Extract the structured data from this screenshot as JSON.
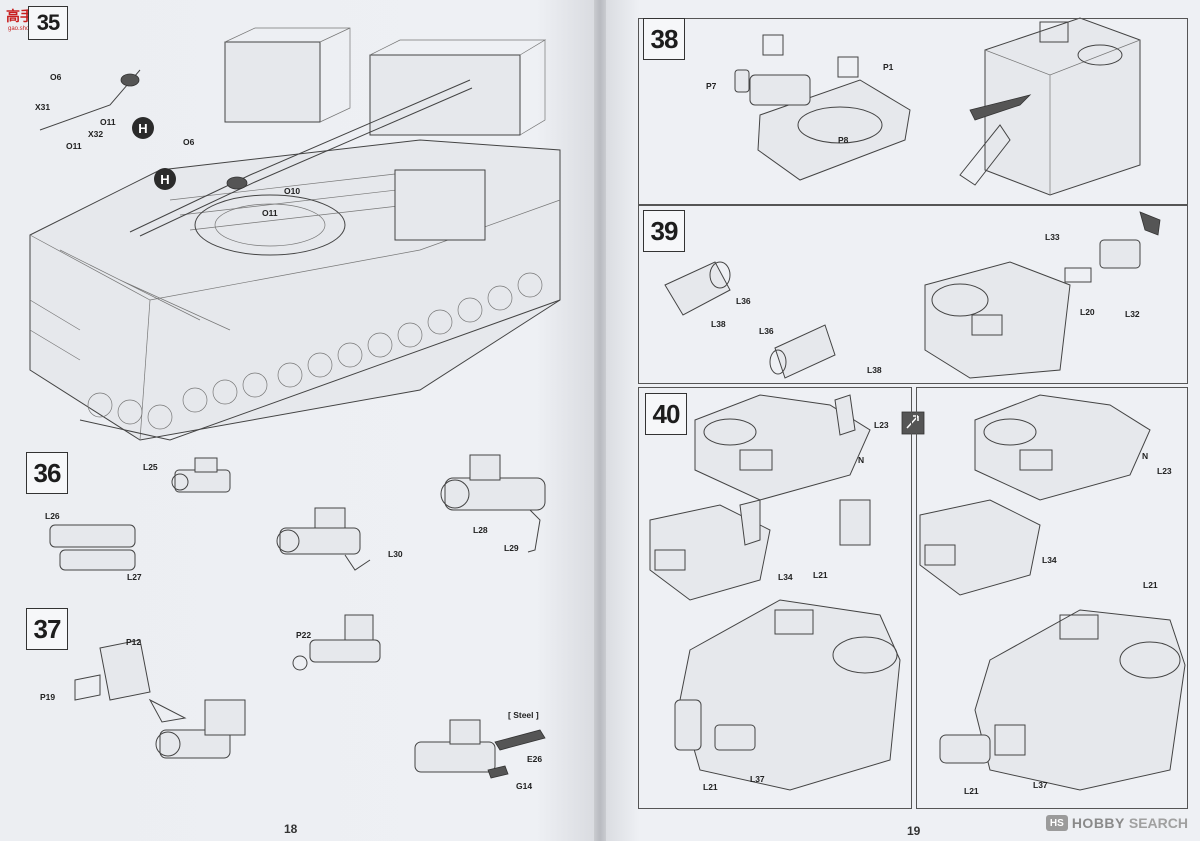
{
  "logo": {
    "text": "高手网",
    "url": "gao.shou.com"
  },
  "watermark": {
    "brand": "HOBBY",
    "name": "SEARCH"
  },
  "left_page": {
    "page_number": "18",
    "step_top": "35",
    "steps": [
      {
        "number": "36",
        "labels": [
          "L25",
          "L26",
          "L27",
          "L28",
          "L29",
          "L30"
        ]
      },
      {
        "number": "37",
        "labels": [
          "P12",
          "P19",
          "P22",
          "[ Steel ]",
          "E26",
          "G14"
        ]
      }
    ],
    "hull_labels": {
      "o6a": "O6",
      "x31": "X31",
      "o11a": "O11",
      "o11b": "O11",
      "x32": "X32",
      "o6b": "O6",
      "o10": "O10",
      "o11c": "O11"
    },
    "marker": "H"
  },
  "right_page": {
    "page_number": "19",
    "steps": [
      {
        "number": "38",
        "labels": [
          "P7",
          "P1",
          "P8"
        ]
      },
      {
        "number": "39",
        "labels": [
          "L36",
          "L38",
          "L36",
          "L38",
          "L33",
          "L20",
          "L32"
        ]
      },
      {
        "number": "40",
        "labels": [
          "L23",
          "N",
          "L34",
          "L21",
          "L21",
          "L37",
          "N",
          "L23",
          "L34",
          "L21",
          "L21",
          "L37"
        ]
      }
    ]
  }
}
